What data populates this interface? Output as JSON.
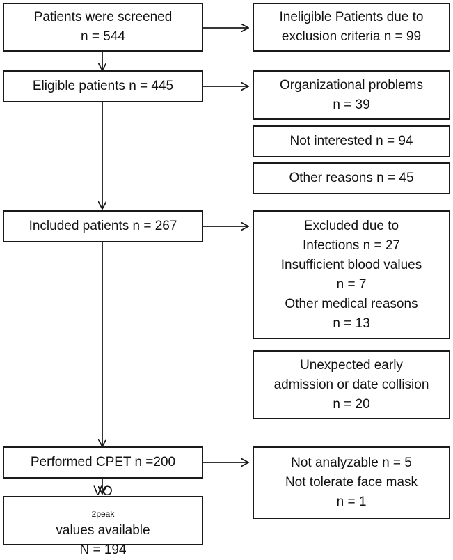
{
  "flowchart": {
    "screened": [
      "Patients were screened",
      "n = 544"
    ],
    "ineligible": [
      "Ineligible Patients due to",
      "exclusion criteria n = 99"
    ],
    "eligible": [
      "Eligible patients n = 445"
    ],
    "organizational": [
      "Organizational problems",
      "n = 39"
    ],
    "not_interested": [
      "Not interested n = 94"
    ],
    "other_reasons": [
      "Other reasons n = 45"
    ],
    "included": [
      "Included patients n = 267"
    ],
    "excluded": [
      "Excluded due to",
      "Infections n = 27",
      "Insufficient blood values",
      "n = 7",
      "Other medical reasons",
      "n = 13"
    ],
    "unexpected": [
      "Unexpected early",
      "admission or date collision",
      "n = 20"
    ],
    "performed": [
      "Performed CPET n =200"
    ],
    "not_analyzable": [
      "Not analyzable n = 5",
      "Not tolerate face mask",
      "n = 1"
    ],
    "vo2": {
      "prefix": "VO",
      "subscript": "2peak",
      "suffix": " values available",
      "count": "N = 194"
    }
  },
  "colors": {
    "border": "#1a1a1a",
    "text": "#111111",
    "background": "#ffffff"
  }
}
